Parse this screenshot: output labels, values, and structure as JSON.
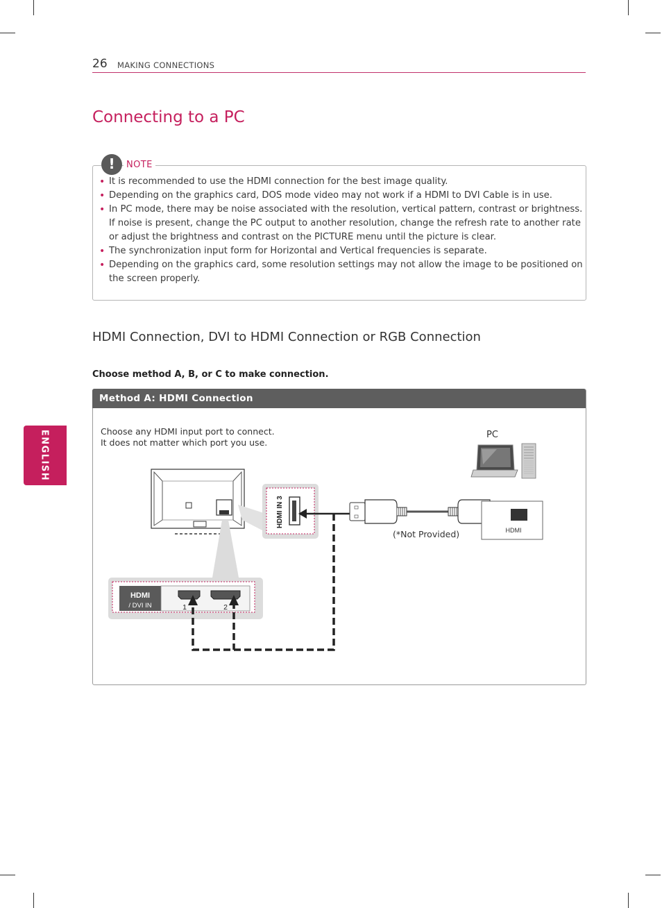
{
  "header": {
    "page_number": "26",
    "section": "MAKING CONNECTIONS"
  },
  "side_tab": "ENGLISH",
  "title": "Connecting to a PC",
  "note": {
    "label": "NOTE",
    "icon": "exclamation-icon",
    "items": [
      "It is recommended to use the HDMI connection for the best image quality.",
      "Depending on the graphics card, DOS mode video may not work if a HDMI to DVI Cable is in use.",
      "In PC mode, there may be noise associated with the resolution, vertical pattern, contrast or brightness. If noise is present, change the PC output to another resolution, change the refresh rate to another rate or adjust the brightness and contrast on the PICTURE menu until the picture is clear.",
      "The synchronization input form for Horizontal and Vertical frequencies is separate.",
      "Depending on the graphics card, some resolution settings may not allow the image to be positioned on the screen properly."
    ]
  },
  "subtitle": "HDMI Connection, DVI to HDMI Connection or RGB Connection",
  "instruction": "Choose method A, B, or C to make connection.",
  "method": {
    "header": "Method A: HDMI Connection",
    "description_line1": "Choose any HDMI input port to connect.",
    "description_line2": "It does not matter which port you use.",
    "pc_label": "PC",
    "cable_note": "(*Not Provided)",
    "pc_port_label": "HDMI",
    "side_port_label": "HDMI IN 3",
    "rear_panel_logo": "HDMI",
    "rear_panel_label": "/ DVI IN",
    "port_numbers": [
      "1",
      "2"
    ]
  },
  "colors": {
    "accent": "#c51f5d",
    "header_bar": "#5e5e5e"
  }
}
